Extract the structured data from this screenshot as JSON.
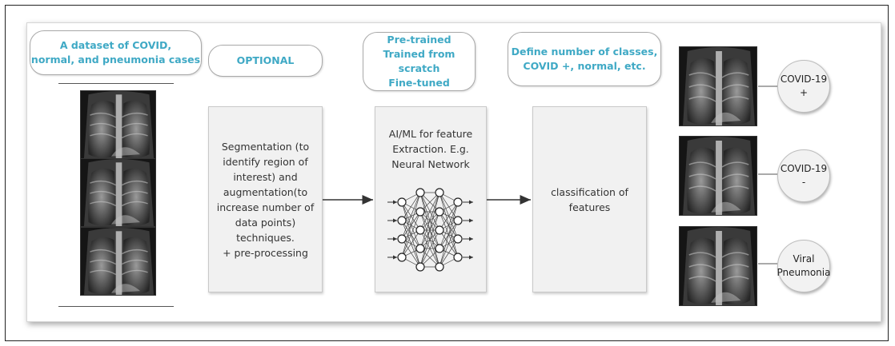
{
  "dataset_label": "A dataset of COVID,\nnormal, and pneumonia cases",
  "optional_label": "OPTIONAL",
  "model_label": "Pre-trained\nTrained from scratch\nFine-tuned",
  "classes_label": "Define number of classes,\nCOVID +, normal, etc.",
  "preprocess_text": "Segmentation (to\nidentify region of\ninterest) and\naugmentation(to\nincrease number of\ndata points)\ntechniques.\n+ pre-processing",
  "feature_text": "AI/ML for feature\nExtraction. E.g.\nNeural Network",
  "classification_text": "classification of\nfeatures",
  "outputs": [
    "COVID-19 +",
    "COVID-19 -",
    "Viral\nPneumonia"
  ],
  "colors": {
    "accent": "#3fa9c5",
    "box_fill": "#f1f1f1",
    "pill_border": "#a9a9a9"
  },
  "icons": [
    "chest-xray-image",
    "neural-network-icon",
    "arrow-right-icon"
  ]
}
